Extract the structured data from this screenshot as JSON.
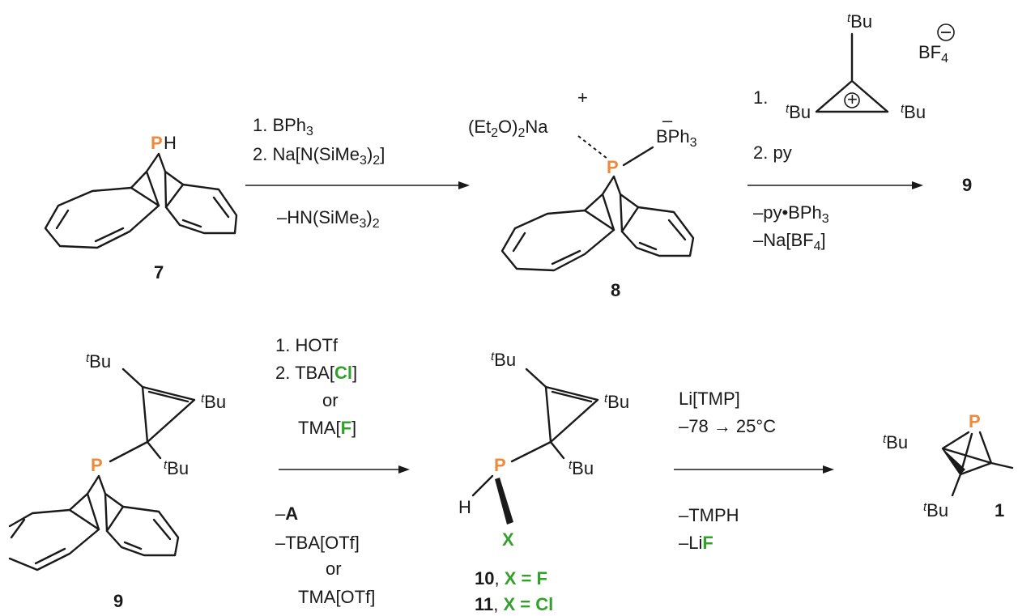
{
  "colors": {
    "phosphorus": "#ef8a3c",
    "halide": "#33a02c",
    "ink": "#1a1a1a"
  },
  "compounds": {
    "c7": {
      "label": "7",
      "atom_P": "P",
      "atom_H": "H"
    },
    "c8": {
      "label": "8",
      "cation_pre": "(Et",
      "cation_sub": "2",
      "cation_post": "O)",
      "cation_sub2": "2",
      "cation_na": "Na",
      "plus": "+",
      "minus": "–",
      "boryl": "BPh",
      "boryl_sub": "3",
      "atom_P": "P"
    },
    "c9_top": {
      "label": "9"
    },
    "c9": {
      "label": "9",
      "atom_P": "P",
      "tBu_t": "t",
      "tBu": "Bu"
    },
    "c10_11": {
      "label_10": "10",
      "eq_10": "X = F",
      "label_11": "11",
      "eq_11": "X = Cl",
      "atom_P": "P",
      "atom_H": "H",
      "atom_X": "X",
      "comma": ","
    },
    "c1": {
      "label": "1",
      "atom_P": "P"
    }
  },
  "reagent_cation": {
    "anion": "BF",
    "anion_sub": "4",
    "anion_charge": "⊖",
    "plus": "+"
  },
  "arrows": {
    "a1": {
      "above": [
        "1. BPh3",
        "2. Na[N(SiMe3)2]"
      ],
      "below": [
        "–HN(SiMe3)2"
      ]
    },
    "a2": {
      "above": [
        "1.",
        "2. py"
      ],
      "below": [
        "–py•BPh3",
        "–Na[BF4]"
      ]
    },
    "a3": {
      "above": [
        "1. HOTf",
        "2. TBA[",
        "Cl",
        "]",
        "or",
        "TMA[",
        "F",
        "]"
      ],
      "below": [
        "–",
        "A",
        "–TBA[OTf]",
        "or",
        "TMA[OTf]"
      ]
    },
    "a4": {
      "above": [
        "Li[TMP]",
        "–78 → 25°C"
      ],
      "below": [
        "–TMPH",
        "–Li",
        "F"
      ]
    }
  }
}
